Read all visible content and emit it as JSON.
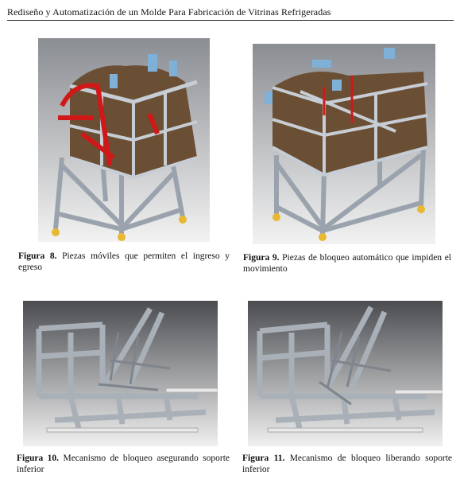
{
  "header": {
    "running_title": "Rediseño y Automatización de un Molde Para Fabricación de Vitrinas Refrigeradas"
  },
  "figures": [
    {
      "label": "Figura 8.",
      "caption": "Piezas móviles que permiten el ingreso y egreso"
    },
    {
      "label": "Figura 9.",
      "caption": "Piezas de bloqueo automático que impiden el movimiento"
    },
    {
      "label": "Figura 10.",
      "caption": "Mecanismo de bloqueo asegurando soporte inferior"
    },
    {
      "label": "Figura 11.",
      "caption": "Mecanismo de bloqueo liberando soporte inferior"
    }
  ],
  "colors": {
    "frame": "#b8bfc8",
    "wood": "#6b4f35",
    "red": "#d01818",
    "blue": "#7fb0d8",
    "wheel": "#e8b830"
  }
}
